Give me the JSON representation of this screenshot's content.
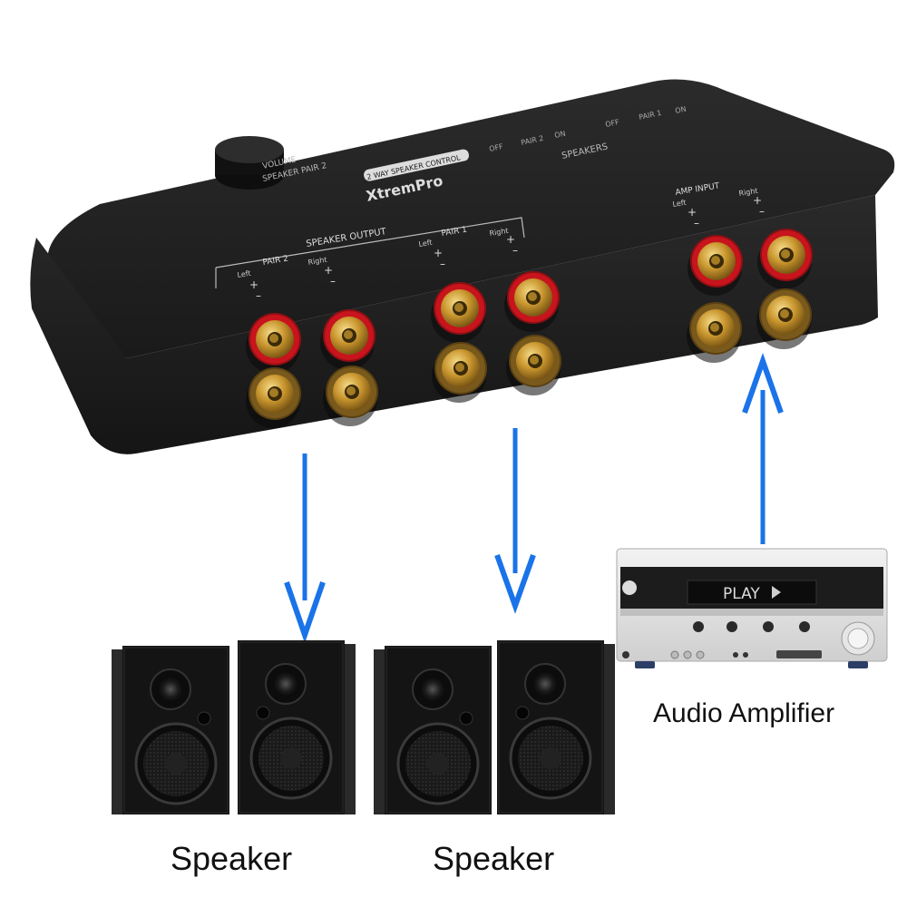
{
  "device": {
    "brand": "XtremPro",
    "model_label": "2 WAY SPEAKER CONTROL",
    "knob_label": "VOLUME",
    "knob_sub_label": "SPEAKER PAIR 2",
    "top_labels": [
      "ON",
      "PAIR 1",
      "OFF",
      "ON",
      "PAIR 2",
      "OFF",
      "SPEAKERS"
    ],
    "speaker_output_label": "SPEAKER OUTPUT",
    "pair2_label": "PAIR 2",
    "pair1_label": "PAIR 1",
    "left_label": "Left",
    "right_label": "Right",
    "amp_input_label": "AMP INPUT",
    "plus": "+",
    "minus": "–"
  },
  "amplifier": {
    "display_text": "PLAY",
    "caption": "Audio Amplifier"
  },
  "speakers": [
    {
      "caption": "Speaker"
    },
    {
      "caption": "Speaker"
    }
  ],
  "colors": {
    "arrow": "#1a73e8",
    "device_body": "#1e1e1e",
    "terminal_red": "#c8141c",
    "terminal_gold": "#c9962e"
  }
}
